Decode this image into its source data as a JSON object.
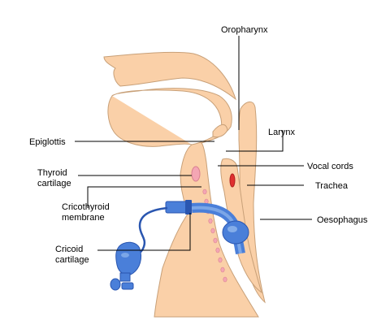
{
  "labels": {
    "oropharynx": "Oropharynx",
    "larynx": "Larynx",
    "epiglottis": "Epiglottis",
    "vocal_cords": "Vocal cords",
    "thyroid_line1": "Thyroid",
    "thyroid_line2": "cartilage",
    "trachea": "Trachea",
    "cricothyroid_line1": "Cricothyroid",
    "cricothyroid_line2": "membrane",
    "oesophagus": "Oesophagus",
    "cricoid_line1": "Cricoid",
    "cricoid_line2": "cartilage"
  },
  "colors": {
    "tissue": "#fad0a8",
    "tissue_outline": "#c8a078",
    "cartilage_pink": "#f4a6b4",
    "cartilage_outline": "#d98090",
    "vocal_red": "#e03030",
    "tube_blue": "#4a7fd9",
    "tube_dark": "#2a56b0",
    "tube_light": "#9cc0f0",
    "leader_line": "#000000"
  }
}
